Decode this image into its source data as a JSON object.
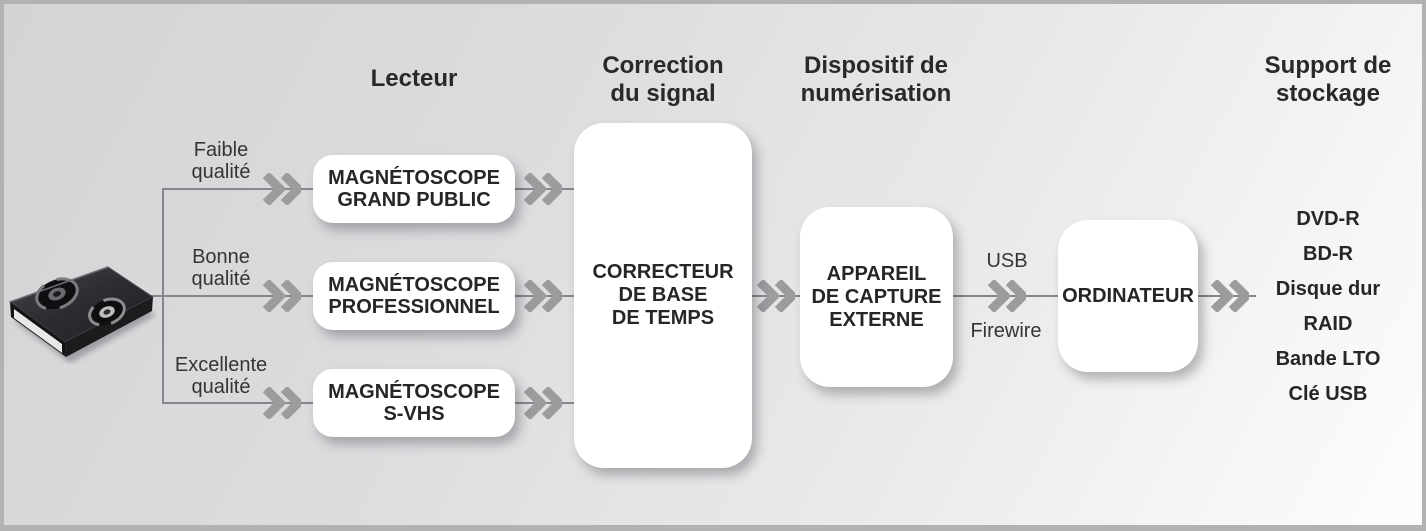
{
  "headers": {
    "lecteur": "Lecteur",
    "correction_signal": "Correction\ndu signal",
    "dispositif_numerisation": "Dispositif de\nnumérisation",
    "support_stockage": "Support de\nstockage"
  },
  "quality_labels": {
    "faible": "Faible\nqualité",
    "bonne": "Bonne\nqualité",
    "excellente": "Excellente\nqualité"
  },
  "players": {
    "grand_public": "MAGNÉTOSCOPE\nGRAND PUBLIC",
    "professionnel": "MAGNÉTOSCOPE\nPROFESSIONNEL",
    "s_vhs": "MAGNÉTOSCOPE\nS-VHS"
  },
  "signal_correction": {
    "correcteur": "CORRECTEUR\nDE BASE\nDE TEMPS"
  },
  "digitization": {
    "appareil": "APPAREIL\nDE CAPTURE\nEXTERNE"
  },
  "computer": {
    "ordinateur": "ORDINATEUR"
  },
  "link_labels": {
    "usb": "USB",
    "firewire": "Firewire"
  },
  "storage_items": [
    "DVD-R",
    "BD-R",
    "Disque dur",
    "RAID",
    "Bande LTO",
    "Clé USB"
  ],
  "icons": {
    "source": "vhs-cassette",
    "arrow": "double-chevron-right"
  },
  "colors": {
    "background_start": "#d3d4d6",
    "background_end": "#fbfbfb",
    "frame_border": "#b0b2b4",
    "connector_line": "#85878a",
    "chevron": "#9a9c9e",
    "box_fill": "#ffffff",
    "text": "#27292b"
  }
}
